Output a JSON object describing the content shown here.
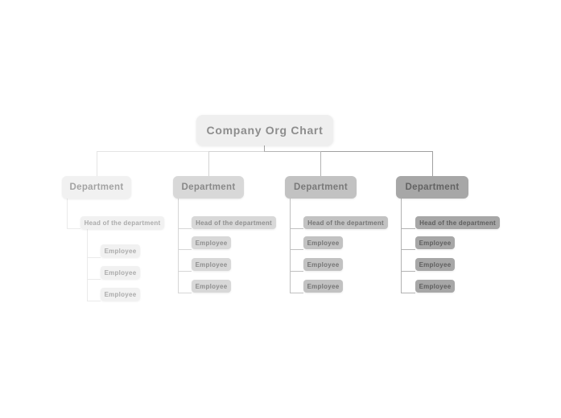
{
  "chart": {
    "type": "org-chart",
    "root": {
      "label": "Company Org Chart",
      "colors": {
        "bg": "#efefef",
        "text": "#8d8d8d",
        "stub": "#a6a6a6"
      }
    },
    "departments": [
      {
        "label": "Department",
        "colors": {
          "bg": "#f1f1f1",
          "text": "#a3a3a3",
          "leaf_text": "#ababab",
          "line": "#eaeaea",
          "link": "#e4e4e4"
        },
        "head": {
          "label": "Head of the department"
        },
        "employees": [
          {
            "label": "Employee"
          },
          {
            "label": "Employee"
          },
          {
            "label": "Employee"
          }
        ],
        "employees_report_to": "head"
      },
      {
        "label": "Department",
        "colors": {
          "bg": "#d8d8d8",
          "text": "#898989",
          "leaf_text": "#8f8f8f",
          "line": "#d6d6d6",
          "link": "#d3d3d3"
        },
        "head": {
          "label": "Head of the department"
        },
        "employees": [
          {
            "label": "Employee"
          },
          {
            "label": "Employee"
          },
          {
            "label": "Employee"
          }
        ],
        "employees_report_to": "department"
      },
      {
        "label": "Department",
        "colors": {
          "bg": "#c2c2c2",
          "text": "#797979",
          "leaf_text": "#757575",
          "line": "#c0c0c0",
          "link": "#b3b3b3"
        },
        "head": {
          "label": "Head of the department"
        },
        "employees": [
          {
            "label": "Employee"
          },
          {
            "label": "Employee"
          },
          {
            "label": "Employee"
          }
        ],
        "employees_report_to": "department"
      },
      {
        "label": "Department",
        "colors": {
          "bg": "#a7a7a7",
          "text": "#636363",
          "leaf_text": "#5e5e5e",
          "line": "#b2b2b2",
          "link": "#a0a0a0"
        },
        "head": {
          "label": "Head of the department"
        },
        "employees": [
          {
            "label": "Employee"
          },
          {
            "label": "Employee"
          },
          {
            "label": "Employee"
          }
        ],
        "employees_report_to": "department"
      }
    ]
  }
}
